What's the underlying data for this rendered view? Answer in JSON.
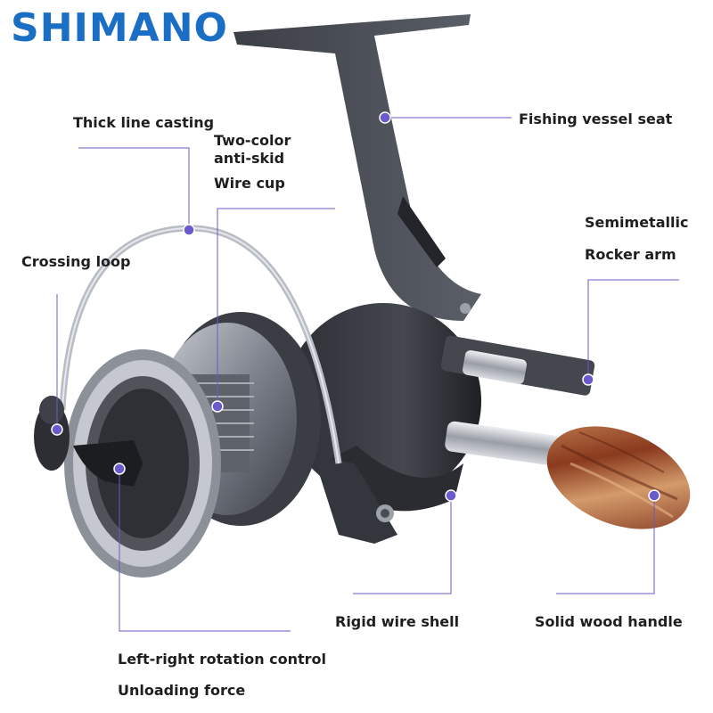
{
  "brand": {
    "logo_text": "SHIMANO",
    "color": "#1a6fc4"
  },
  "colors": {
    "callout_line": "#6a5acd",
    "callout_dot": "#6a5acd",
    "label_text": "#1e1e1e"
  },
  "labels": {
    "thick_line_casting": "Thick line casting",
    "two_color_line1": "Two-color",
    "two_color_line2": "anti-skid",
    "wire_cup": "Wire cup",
    "fishing_vessel_seat": "Fishing vessel seat",
    "crossing_loop": "Crossing loop",
    "semimetallic": "Semimetallic",
    "rocker_arm": "Rocker arm",
    "rigid_wire_shell": "Rigid wire shell",
    "solid_wood_handle": "Solid wood handle",
    "left_right_rotation": "Left-right rotation control",
    "unloading_force": "Unloading force"
  }
}
